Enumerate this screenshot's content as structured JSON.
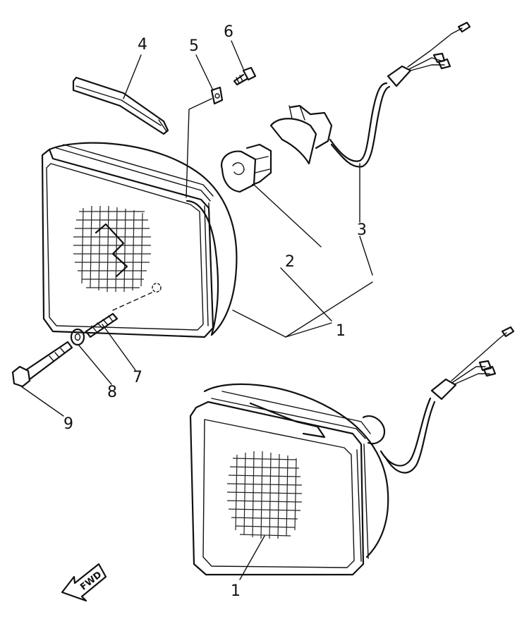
{
  "callouts": {
    "c1_top": "1",
    "c2": "2",
    "c3": "3",
    "c4": "4",
    "c5": "5",
    "c6": "6",
    "c7": "7",
    "c8": "8",
    "c9": "9",
    "c1_bottom": "1"
  },
  "fwd_marker": {
    "text": "FWD",
    "icon": "arrow-left-down-icon"
  }
}
